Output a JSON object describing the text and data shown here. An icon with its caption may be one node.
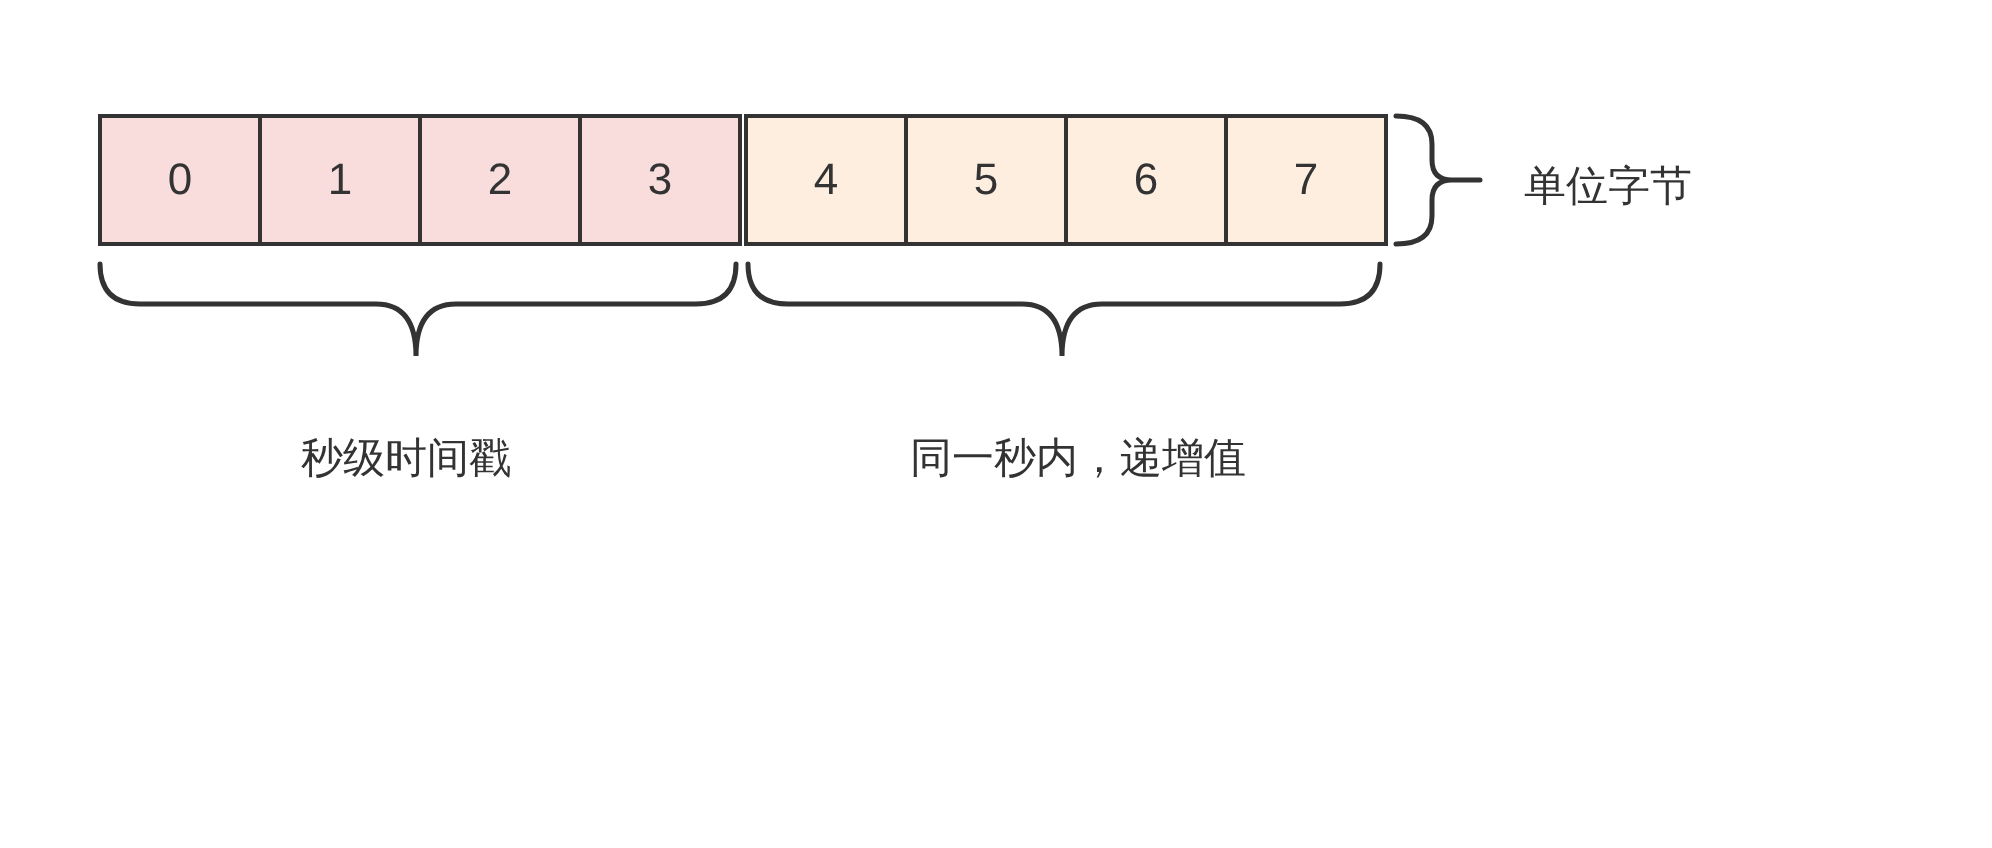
{
  "diagram": {
    "nodes": [
      {
        "text": [
          "0"
        ]
      },
      {
        "text": [
          "1"
        ]
      },
      {
        "text": [
          "2"
        ]
      },
      {
        "text": [
          "3"
        ]
      },
      {
        "text": [
          "4"
        ]
      },
      {
        "text": [
          "5"
        ]
      },
      {
        "text": [
          "6"
        ]
      },
      {
        "text": [
          "7"
        ]
      }
    ],
    "labels": [
      "单位字节",
      "秒级时间戳",
      "同一秒内，递增值"
    ]
  }
}
